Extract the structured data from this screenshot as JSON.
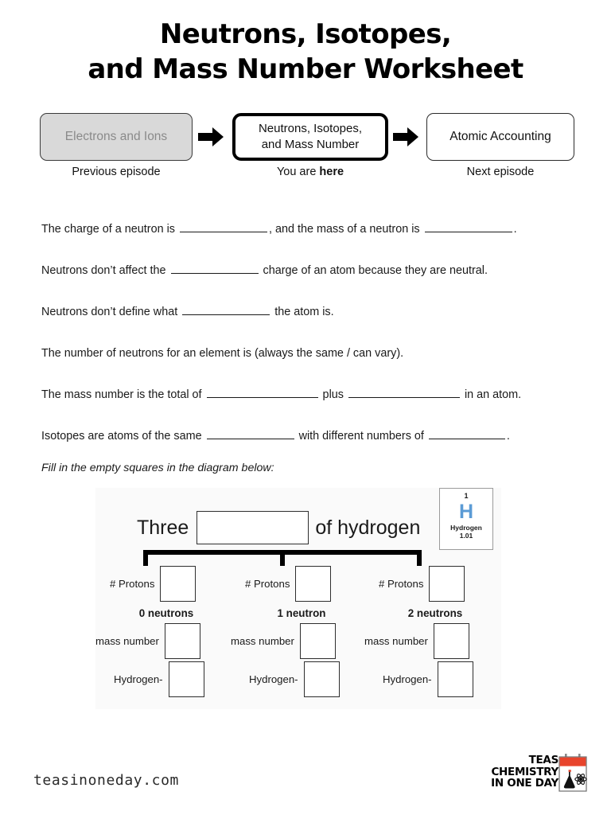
{
  "title": {
    "line1": "Neutrons, Isotopes,",
    "line2": "and Mass Number Worksheet"
  },
  "nav": {
    "previous": {
      "label": "Electrons and Ions",
      "caption": "Previous episode"
    },
    "current": {
      "label_line1": "Neutrons, Isotopes,",
      "label_line2": "and Mass Number",
      "caption_prefix": "You are ",
      "caption_emphasis": "here"
    },
    "next": {
      "label": "Atomic Accounting",
      "caption": "Next episode"
    },
    "arrow_icon": "right-arrow-icon"
  },
  "questions": [
    {
      "id": "q1",
      "parts": [
        "The charge of a neutron is ",
        ", and the mass of a neutron is ",
        "."
      ]
    },
    {
      "id": "q2",
      "parts": [
        "Neutrons don’t affect the ",
        " charge of an atom because they are neutral."
      ]
    },
    {
      "id": "q3",
      "parts": [
        "Neutrons don’t define what ",
        " the atom is."
      ]
    },
    {
      "id": "q4",
      "parts": [
        "The number of neutrons for an element is (always the same / can vary)."
      ]
    },
    {
      "id": "q5",
      "parts": [
        "The mass number is the total of ",
        " plus ",
        " in an atom."
      ]
    },
    {
      "id": "q6",
      "parts": [
        "Isotopes are atoms of the same ",
        " with different numbers of ",
        "."
      ]
    }
  ],
  "fill_instruction": "Fill in the empty squares in the diagram below:",
  "diagram": {
    "heading_prefix": "Three",
    "heading_suffix": "of hydrogen",
    "element_card": {
      "atomic_number": "1",
      "symbol": "H",
      "name": "Hydrogen",
      "mass": "1.01",
      "symbol_color": "#5b9bd5"
    },
    "row_labels": {
      "protons": "# Protons",
      "mass_number": "mass number",
      "isotope_prefix": "Hydrogen-"
    },
    "columns": [
      {
        "neutrons_label": "0 neutrons"
      },
      {
        "neutrons_label": "1 neutron"
      },
      {
        "neutrons_label": "2 neutrons"
      }
    ]
  },
  "footer": {
    "url": "teasinoneday.com",
    "logo": {
      "line1": "TEAS",
      "line2": "CHEMISTRY",
      "line3": "IN ONE DAY",
      "mark_icon": "calendar-flask-atom-icon",
      "accent_color": "#e8442c"
    }
  }
}
